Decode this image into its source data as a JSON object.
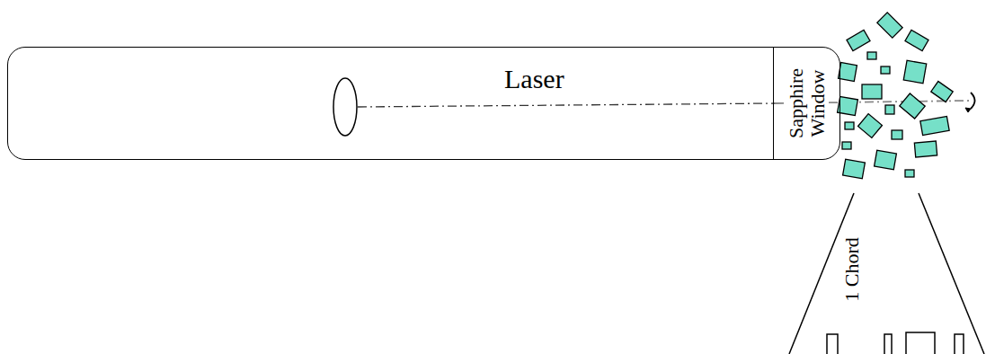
{
  "diagram": {
    "nodes": [
      {
        "text": [
          "Laser"
        ]
      },
      {
        "text": [
          "Sapphire Window"
        ],
        "in": 0
      }
    ],
    "labels": [
      "1 Chord"
    ]
  }
}
